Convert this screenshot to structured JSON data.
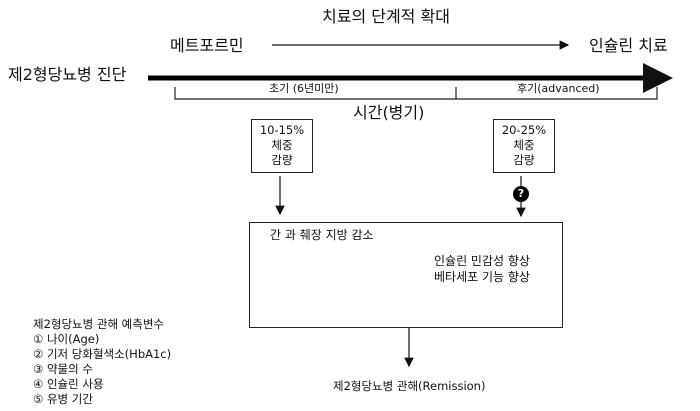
{
  "header": {
    "title": "치료의 단계적 확대",
    "start_label": "메트포르민",
    "end_label": "인슐린 치료"
  },
  "timeline": {
    "diagnosis_label": "제2형당뇨병 진단",
    "early_label": "초기 (6년미만)",
    "late_label": "후기(advanced)",
    "axis_label": "시간(병기)"
  },
  "weight_boxes": {
    "early": {
      "line1": "10-15%",
      "line2": "체중",
      "line3": "감량"
    },
    "late": {
      "line1": "20-25%",
      "line2": "체중",
      "line3": "감량"
    }
  },
  "unknown_mark": "?",
  "mechanism": {
    "title": "간 과 췌장 지방 감소",
    "effect1": "인슐린 민감성 향상",
    "effect2": "베타세포 기능 향상",
    "organ_icons": [
      "liver-icon",
      "pancreas-icon"
    ]
  },
  "outcome": "제2형당뇨병 관해(Remission)",
  "predictors": {
    "title": "제2형당뇨병 관해 예측변수",
    "items": [
      "① 나이(Age)",
      "② 기저 당화혈색소(HbA1c)",
      "③ 약물의 수",
      "④ 인슐린 사용",
      "⑤ 유병 기간"
    ]
  },
  "colors": {
    "liver": "#b5341f",
    "pancreas": "#f2b33d",
    "gallbladder": "#3c9a2a"
  }
}
